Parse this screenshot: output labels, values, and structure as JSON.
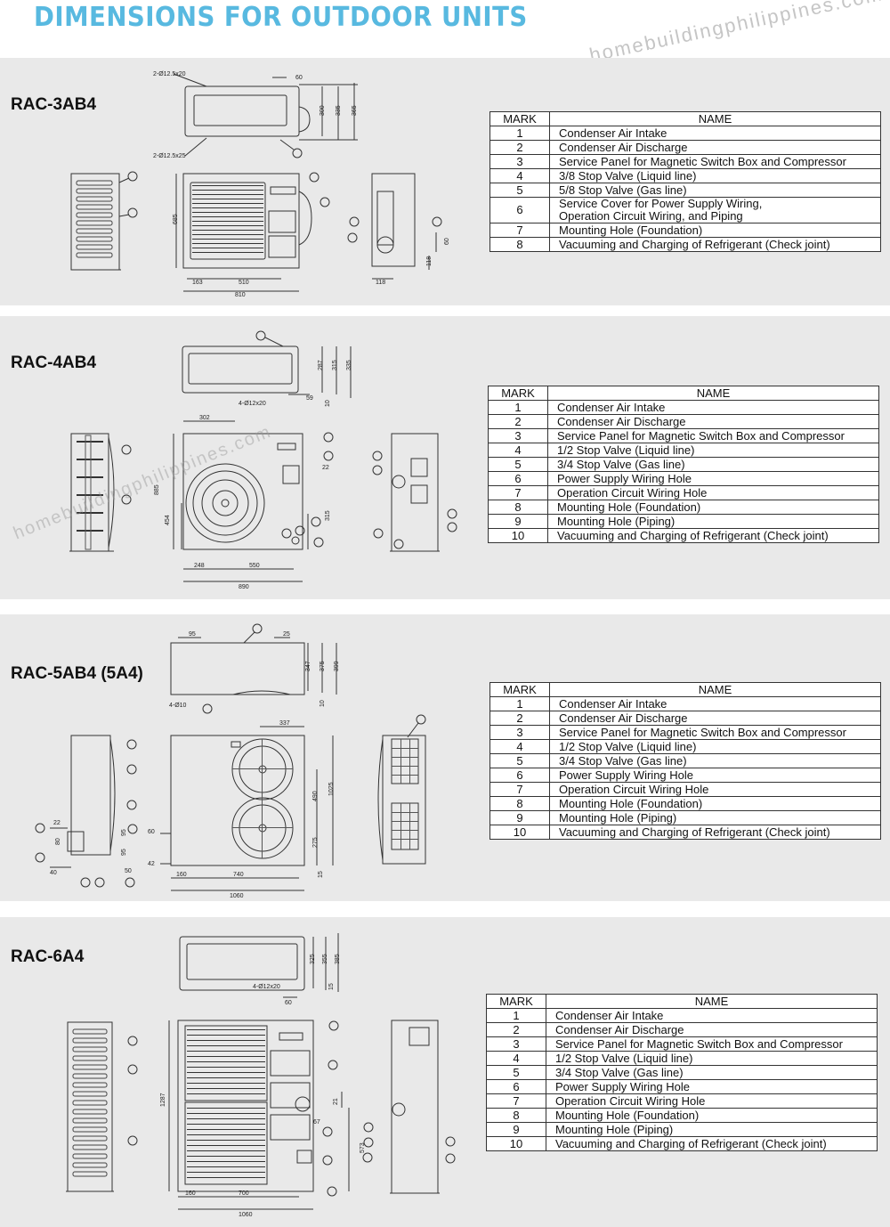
{
  "page": {
    "title": "DIMENSIONS FOR OUTDOOR UNITS",
    "watermark": "homebuildingphilippines.com"
  },
  "table_header": {
    "mark": "MARK",
    "name": "NAME"
  },
  "sections": [
    {
      "model": "RAC-3AB4",
      "rows": [
        {
          "mark": "1",
          "name": "Condenser Air Intake"
        },
        {
          "mark": "2",
          "name": "Condenser Air Discharge"
        },
        {
          "mark": "3",
          "name": "Service Panel for Magnetic Switch Box and Compressor"
        },
        {
          "mark": "4",
          "name": "3/8 Stop Valve (Liquid line)"
        },
        {
          "mark": "5",
          "name": "5/8 Stop Valve (Gas line)"
        },
        {
          "mark": "6",
          "name": "Service Cover for Power Supply Wiring,\nOperation Circuit Wiring, and Piping"
        },
        {
          "mark": "7",
          "name": "Mounting Hole (Foundation)"
        },
        {
          "mark": "8",
          "name": "Vacuuming and Charging of Refrigerant (Check joint)"
        }
      ],
      "dims": {
        "top_holes_a": "2-Ø12.5x20",
        "top_holes_b": "2-Ø12.5x25",
        "top_60": "60",
        "depth_300": "300",
        "depth_335": "335",
        "depth_365": "365",
        "height": "685",
        "w_163": "163",
        "w_510": "510",
        "width": "810",
        "side_60": "60",
        "side_118": "118",
        "side_118b": "118"
      }
    },
    {
      "model": "RAC-4AB4",
      "rows": [
        {
          "mark": "1",
          "name": "Condenser Air Intake"
        },
        {
          "mark": "2",
          "name": "Condenser Air Discharge"
        },
        {
          "mark": "3",
          "name": "Service Panel for Magnetic Switch Box and Compressor"
        },
        {
          "mark": "4",
          "name": "1/2 Stop Valve (Liquid line)"
        },
        {
          "mark": "5",
          "name": "3/4  Stop Valve (Gas line)"
        },
        {
          "mark": "6",
          "name": "Power Supply Wiring Hole"
        },
        {
          "mark": "7",
          "name": "Operation Circuit Wiring Hole"
        },
        {
          "mark": "8",
          "name": "Mounting Hole (Foundation)"
        },
        {
          "mark": "9",
          "name": "Mounting Hole (Piping)"
        },
        {
          "mark": "10",
          "name": "Vacuuming and Charging of Refrigerant (Check joint)"
        }
      ],
      "dims": {
        "top_holes": "4-Ø12x20",
        "top_59": "59",
        "top_10": "10",
        "depth_287": "287",
        "depth_315": "315",
        "depth_335": "335",
        "w_302": "302",
        "height": "885",
        "h_454": "454",
        "h_315": "315",
        "h_22": "22",
        "w_248": "248",
        "w_550": "550",
        "width": "890"
      }
    },
    {
      "model": "RAC-5AB4 (5A4)",
      "rows": [
        {
          "mark": "1",
          "name": "Condenser Air Intake"
        },
        {
          "mark": "2",
          "name": "Condenser Air Discharge"
        },
        {
          "mark": "3",
          "name": "Service Panel for Magnetic Switch Box and Compressor"
        },
        {
          "mark": "4",
          "name": "1/2 Stop Valve (Liquid line)"
        },
        {
          "mark": "5",
          "name": "3/4  Stop Valve (Gas line)"
        },
        {
          "mark": "6",
          "name": "Power Supply Wiring Hole"
        },
        {
          "mark": "7",
          "name": "Operation Circuit Wiring Hole"
        },
        {
          "mark": "8",
          "name": "Mounting Hole (Foundation)"
        },
        {
          "mark": "9",
          "name": "Mounting Hole (Piping)"
        },
        {
          "mark": "10",
          "name": "Vacuuming and Charging of Refrigerant (Check joint)"
        }
      ],
      "dims": {
        "top_95": "95",
        "top_25": "25",
        "top_holes": "4-Ø10",
        "top_10": "10",
        "depth_347": "347",
        "depth_375": "375",
        "depth_399": "399",
        "w_337": "337",
        "h_490": "490",
        "height": "1025",
        "h_275": "275",
        "h_15": "15",
        "side_60": "60",
        "side_42": "42",
        "w_160": "160",
        "w_740": "740",
        "width": "1060",
        "l_22": "22",
        "l_40": "40",
        "l_50": "50",
        "l_80": "80",
        "l_95": "95",
        "l_95b": "95"
      }
    },
    {
      "model": "RAC-6A4",
      "rows": [
        {
          "mark": "1",
          "name": "Condenser Air Intake"
        },
        {
          "mark": "2",
          "name": "Condenser Air Discharge"
        },
        {
          "mark": "3",
          "name": "Service Panel for Magnetic Switch Box and Compressor"
        },
        {
          "mark": "4",
          "name": "1/2 Stop Valve (Liquid line)"
        },
        {
          "mark": "5",
          "name": "3/4  Stop Valve (Gas line)"
        },
        {
          "mark": "6",
          "name": "Power Supply Wiring Hole"
        },
        {
          "mark": "7",
          "name": "Operation Circuit Wiring Hole"
        },
        {
          "mark": "8",
          "name": "Mounting Hole (Foundation)"
        },
        {
          "mark": "9",
          "name": "Mounting Hole (Piping)"
        },
        {
          "mark": "10",
          "name": "Vacuuming and Charging of Refrigerant (Check joint)"
        }
      ],
      "dims": {
        "top_holes": "4-Ø12x20",
        "top_60": "60",
        "top_15": "15",
        "depth_325": "325",
        "depth_355": "355",
        "depth_385": "385",
        "height": "1287",
        "h_21": "21",
        "h_67": "67",
        "h_573": "573",
        "w_160": "160",
        "w_700": "700",
        "width": "1060"
      }
    }
  ]
}
